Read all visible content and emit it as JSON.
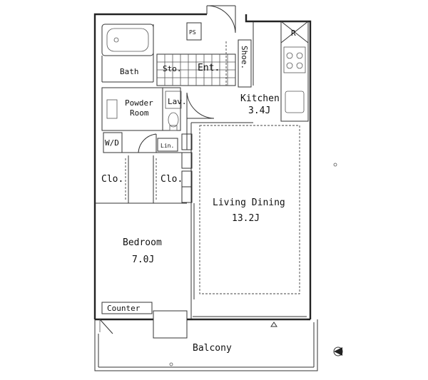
{
  "rooms": {
    "ps": "PS",
    "r": "R",
    "shoe": "Shoe.",
    "bath": "Bath",
    "sto": "Sto.",
    "ent": "Ent.",
    "kitchen": "Kitchen",
    "kitchen_size": "3.4J",
    "powder_room_1": "Powder",
    "powder_room_2": "Room",
    "lav": "Lav.",
    "wd": "W/D",
    "lin": "Lin.",
    "clo_left": "Clo.",
    "clo_right": "Clo.",
    "living_dining": "Living Dining",
    "living_dining_size": "13.2J",
    "bedroom": "Bedroom",
    "bedroom_size": "7.0J",
    "counter": "Counter",
    "balcony": "Balcony"
  }
}
